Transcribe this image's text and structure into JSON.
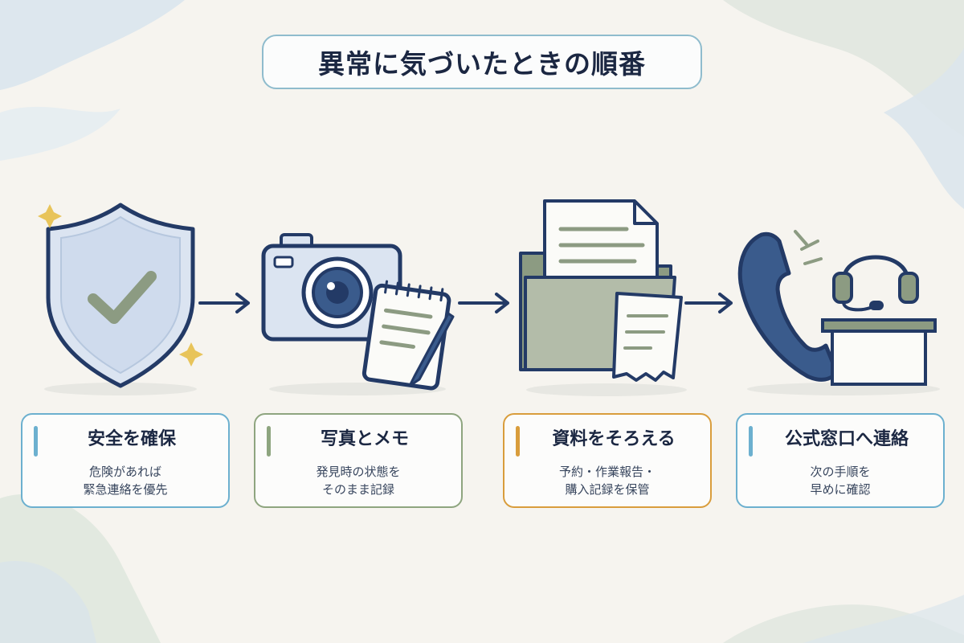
{
  "title": "異常に気づいたときの順番",
  "steps": [
    {
      "heading": "安全を確保",
      "lines": [
        "危険があれば",
        "緊急連絡を優先"
      ],
      "accent": "#6cb0cf",
      "icon": "shield-check-icon"
    },
    {
      "heading": "写真とメモ",
      "lines": [
        "発見時の状態を",
        "そのまま記録"
      ],
      "accent": "#8ea57f",
      "icon": "camera-and-notepad-icon"
    },
    {
      "heading": "資料をそろえる",
      "lines": [
        "予約・作業報告・",
        "購入記録を保管"
      ],
      "accent": "#d99d3c",
      "icon": "folder-documents-icon"
    },
    {
      "heading": "公式窓口へ連絡",
      "lines": [
        "次の手順を",
        "早めに確認"
      ],
      "accent": "#6cb0cf",
      "icon": "phone-support-desk-icon"
    }
  ],
  "colors": {
    "navy": "#233a66",
    "sage": "#8c9b82",
    "sky": "#dbe4f1",
    "gold": "#e8c45a"
  }
}
